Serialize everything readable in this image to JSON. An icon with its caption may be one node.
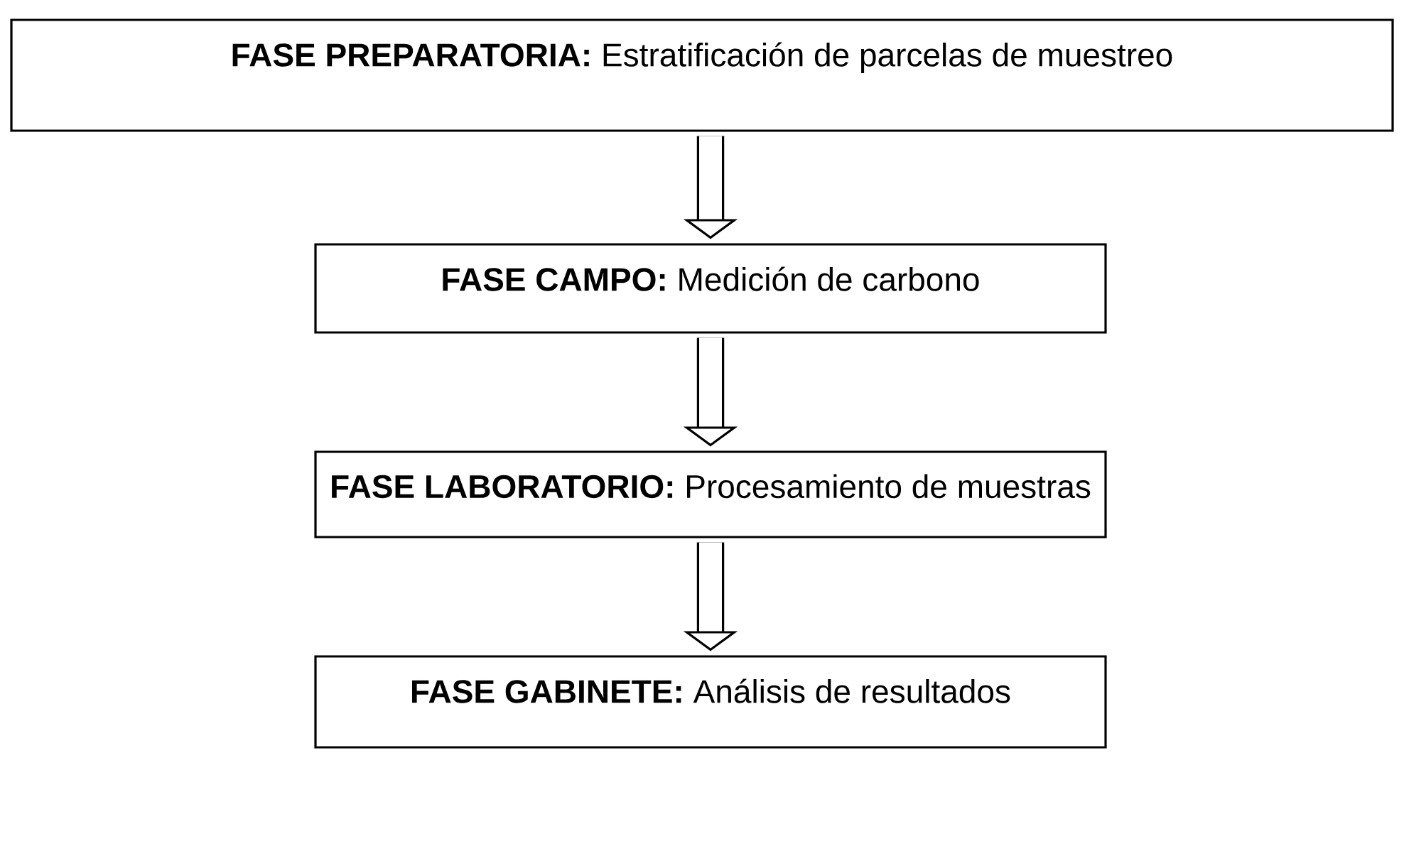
{
  "diagram": {
    "nodes": [
      {
        "text": [
          "**FASE PREPARATORIA:** Estratificación de parcelas de muestreo"
        ]
      },
      {
        "text": [
          "**FASE CAMPO:** Medición de carbono"
        ]
      },
      {
        "text": [
          "**FASE LABORATORIO:** Procesamiento de muestras"
        ]
      },
      {
        "text": [
          "**FASE GABINETE:** Análisis de resultados"
        ]
      }
    ],
    "edges": [
      {
        "from": 0,
        "to": 1,
        "arrow": "to"
      },
      {
        "from": 1,
        "to": 2,
        "arrow": "to"
      },
      {
        "from": 2,
        "to": 3,
        "arrow": "to"
      }
    ]
  }
}
